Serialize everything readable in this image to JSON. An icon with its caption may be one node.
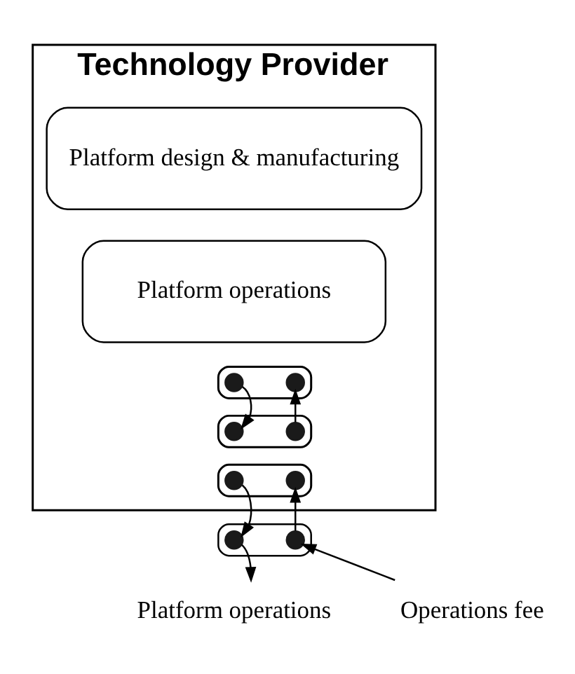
{
  "diagram": {
    "nodes": [
      {
        "text": [
          "Technology Provider"
        ]
      },
      {
        "text": [
          "Platform design & manufacturing"
        ],
        "in": 0
      },
      {
        "text": [
          "Platform operations"
        ],
        "in": 0
      },
      {
        "text": [],
        "shape": "box",
        "in": 0
      },
      {
        "text": [],
        "shape": "circle",
        "in": 3
      },
      {
        "text": [],
        "shape": "circle",
        "in": 3
      },
      {
        "text": [],
        "shape": "box",
        "in": 0
      },
      {
        "text": [],
        "shape": "circle",
        "in": 6
      },
      {
        "text": [],
        "shape": "circle",
        "in": 6
      },
      {
        "text": [],
        "shape": "box",
        "in": 0
      },
      {
        "text": [],
        "shape": "circle",
        "in": 9
      },
      {
        "text": [],
        "shape": "circle",
        "in": 9
      },
      {
        "text": [],
        "shape": "box"
      },
      {
        "text": [],
        "shape": "circle",
        "in": 12
      },
      {
        "text": [],
        "shape": "circle",
        "in": 12
      },
      {
        "text": [
          "Platform operations"
        ]
      },
      {
        "text": [
          "Operations fee"
        ]
      }
    ],
    "edges": [
      {
        "from": 4,
        "to": 7,
        "arrow": "to"
      },
      {
        "from": 8,
        "to": 5,
        "arrow": "to"
      },
      {
        "from": 10,
        "to": 13,
        "arrow": "to"
      },
      {
        "from": 14,
        "to": 11,
        "arrow": "to"
      },
      {
        "from": 13,
        "to": 15,
        "arrow": "to"
      },
      {
        "from": 16,
        "to": 14,
        "arrow": "to"
      }
    ]
  }
}
